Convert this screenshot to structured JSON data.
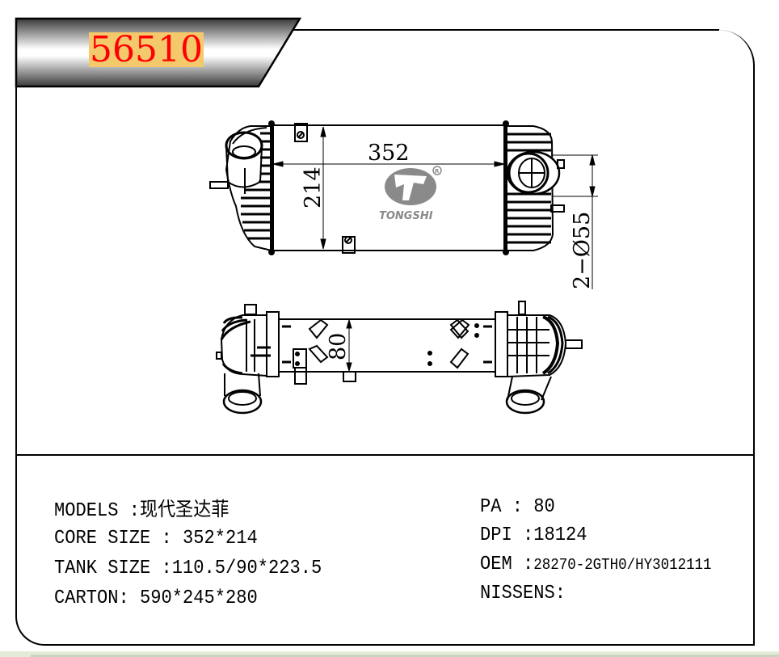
{
  "header": {
    "part_number": "56510",
    "label_bg_color": "#f3c96b",
    "label_text_color": "#ff0000"
  },
  "drawing": {
    "top_view": {
      "core_width_dim": "352",
      "core_height_dim": "214",
      "pipe_dim": "2-Ø55"
    },
    "side_view": {
      "core_thickness_dim": "80"
    },
    "logo": {
      "brand": "TONGSHI",
      "registered_mark": "®",
      "color": "#8a8a8a"
    }
  },
  "specs_left": [
    {
      "label": "MODELS :",
      "value": "现代圣达菲"
    },
    {
      "label": "CORE SIZE : ",
      "value": "352*214"
    },
    {
      "label": "TANK SIZE :",
      "value": "110.5/90*223.5"
    },
    {
      "label": "CARTON: ",
      "value": "590*245*280"
    }
  ],
  "specs_right": [
    {
      "label": "PA : ",
      "value": "80"
    },
    {
      "label": "DPI :",
      "value": "18124"
    },
    {
      "label": "OEM :",
      "value": "28270-2GTH0/HY3012111"
    },
    {
      "label": "NISSENS:",
      "value": ""
    }
  ]
}
